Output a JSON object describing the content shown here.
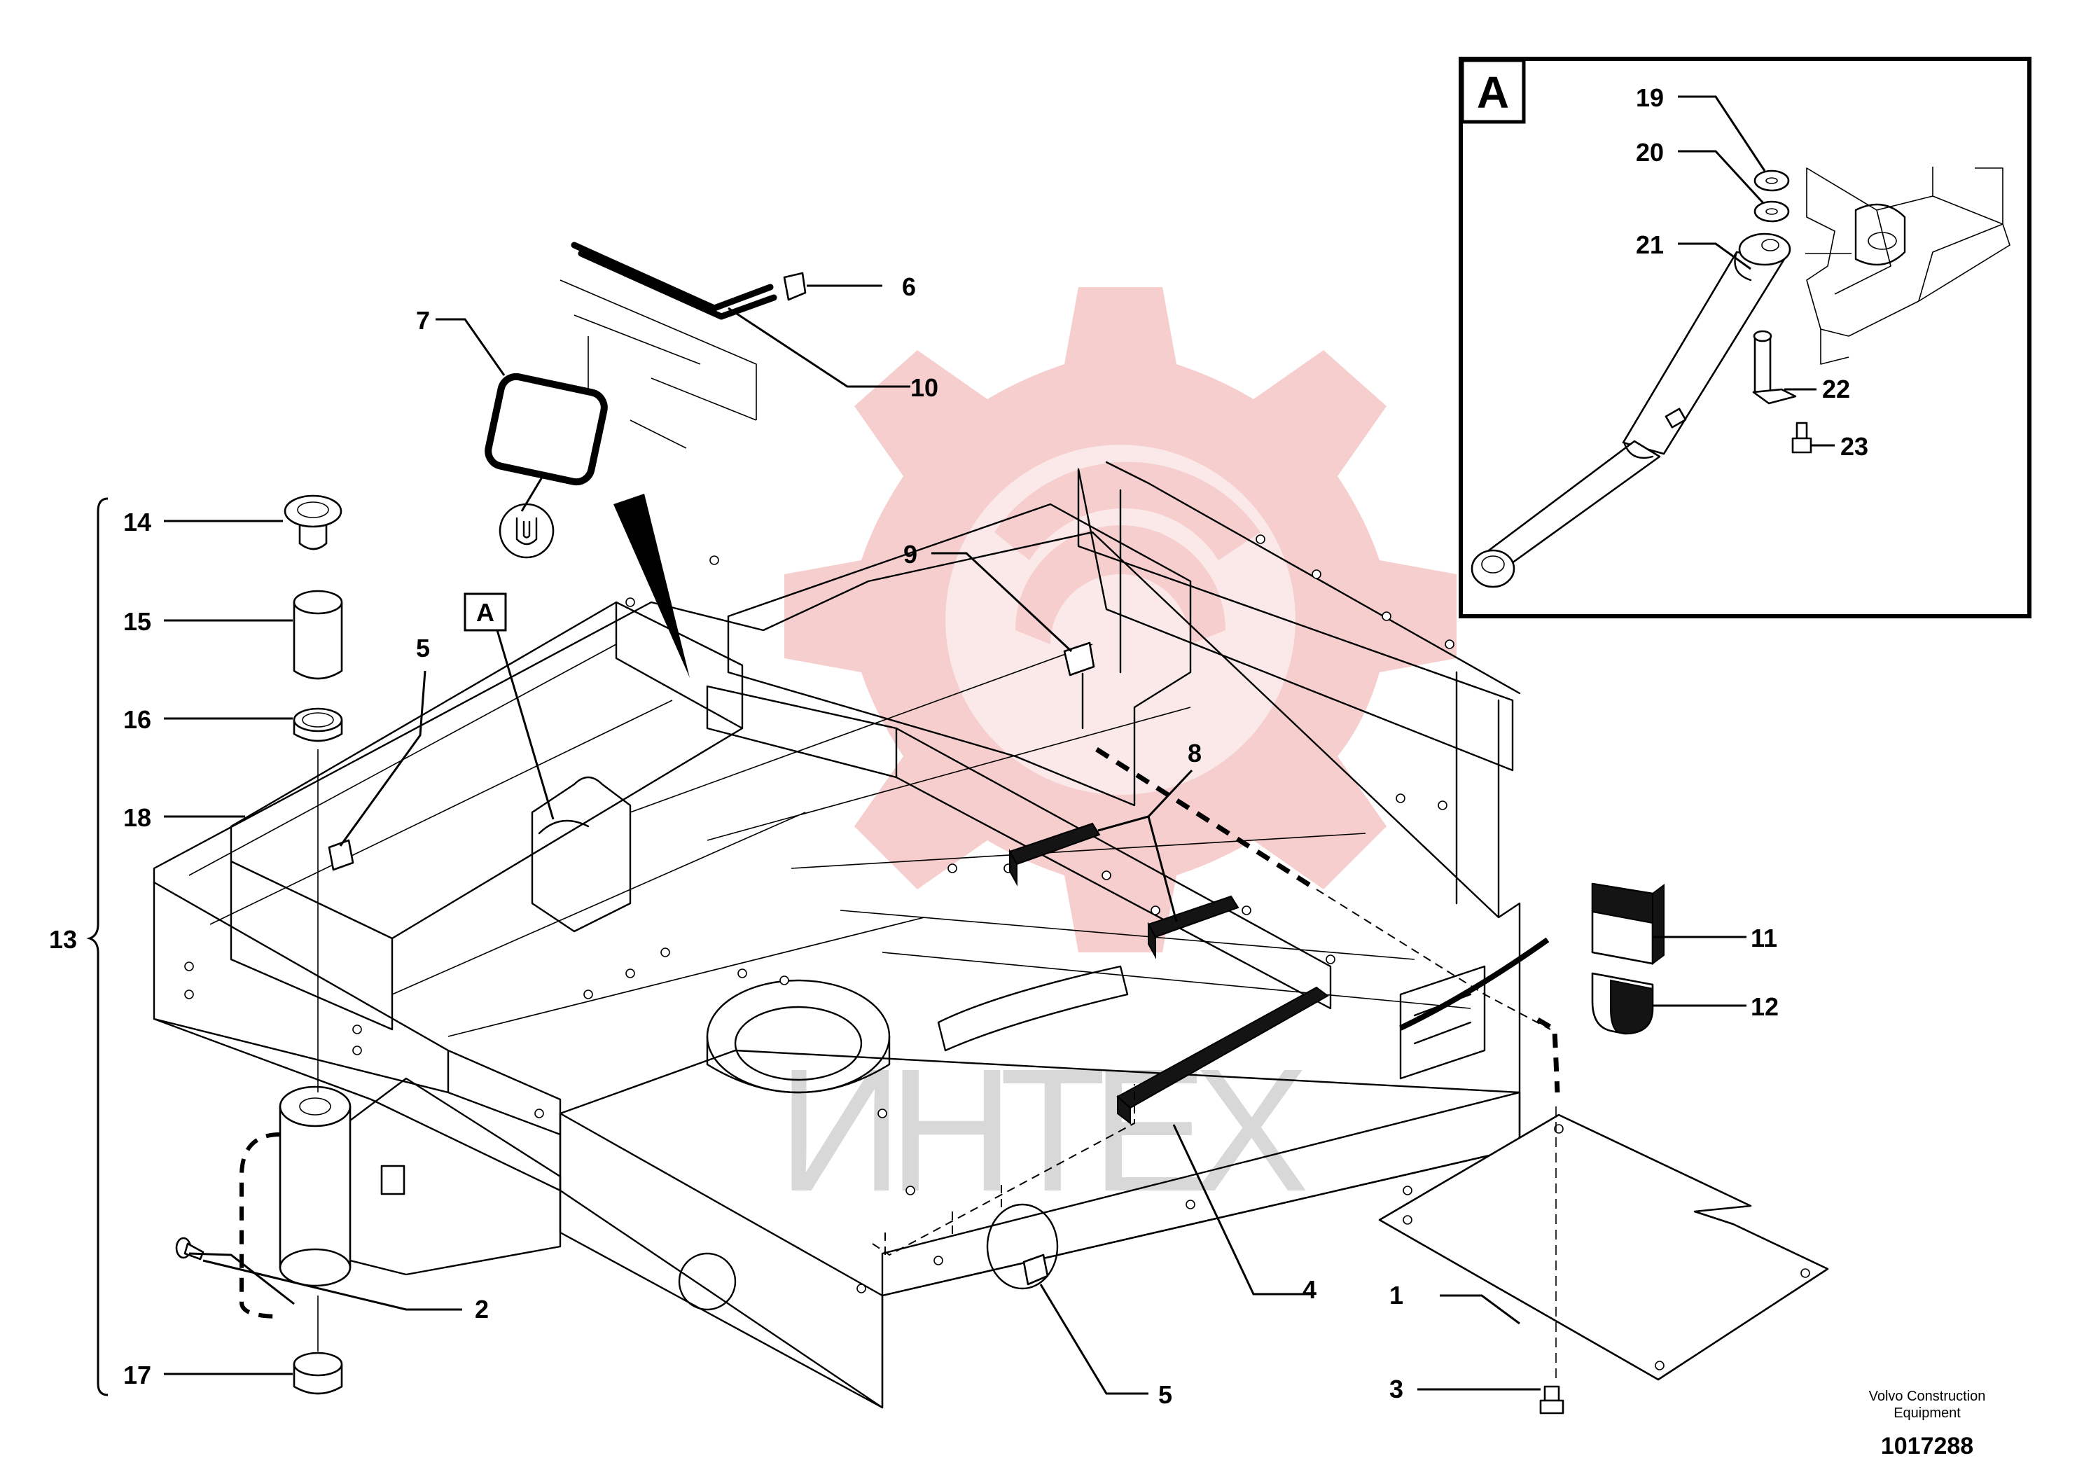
{
  "callouts": {
    "c1": "1",
    "c2": "2",
    "c3": "3",
    "c4": "4",
    "c5a": "5",
    "c5b": "5",
    "c6": "6",
    "c7": "7",
    "c8": "8",
    "c9": "9",
    "c10": "10",
    "c11": "11",
    "c12": "12",
    "c13": "13",
    "c14": "14",
    "c15": "15",
    "c16": "16",
    "c17": "17",
    "c18": "18",
    "c19": "19",
    "c20": "20",
    "c21": "21",
    "c22": "22",
    "c23": "23"
  },
  "detail_view": {
    "label": "A"
  },
  "view_marker": {
    "label": "A"
  },
  "watermark": {
    "text": "ИНТЕХ",
    "gear_color": "#f5c6c6",
    "text_color": "#d6d6d6"
  },
  "manufacturer": {
    "line1": "Volvo Construction",
    "line2": "Equipment"
  },
  "drawing_number": "1017288"
}
